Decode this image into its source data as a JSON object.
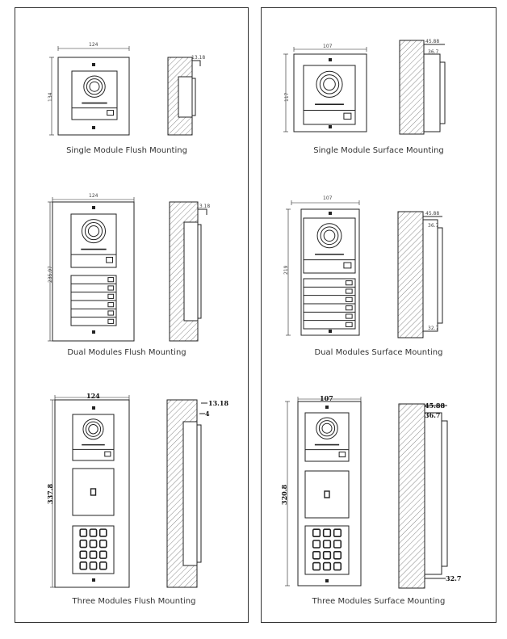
{
  "captions": {
    "single_flush": "Single Module Flush Mounting",
    "single_surface": "Single Module Surface Mounting",
    "dual_flush": "Dual Modules Flush Mounting",
    "dual_surface": "Dual Modules Surface Mounting",
    "three_flush": "Three Modules Flush Mounting",
    "three_surface": "Three Modules Surface Mounting"
  },
  "dimensions": {
    "single_flush": {
      "width": "124",
      "height": "134",
      "depth": "13.18"
    },
    "single_surface": {
      "width": "107",
      "height": "117",
      "depth": "45.88",
      "depth2": "36.7"
    },
    "dual_flush": {
      "width": "124",
      "height": "235.97",
      "depth": "13.18"
    },
    "dual_surface": {
      "width": "107",
      "height": "219",
      "depth": "45.88",
      "depth2": "36.7",
      "bottom": "32.7"
    },
    "three_flush": {
      "width": "124",
      "height": "337.8",
      "depth": "13.18",
      "depth2": "4"
    },
    "three_surface": {
      "width": "107",
      "height": "320.8",
      "depth": "45.88",
      "depth2": "36.7",
      "bottom": "32.7"
    }
  },
  "colors": {
    "line": "#222222",
    "panel_border": "#333333",
    "hatch": "#555555"
  }
}
